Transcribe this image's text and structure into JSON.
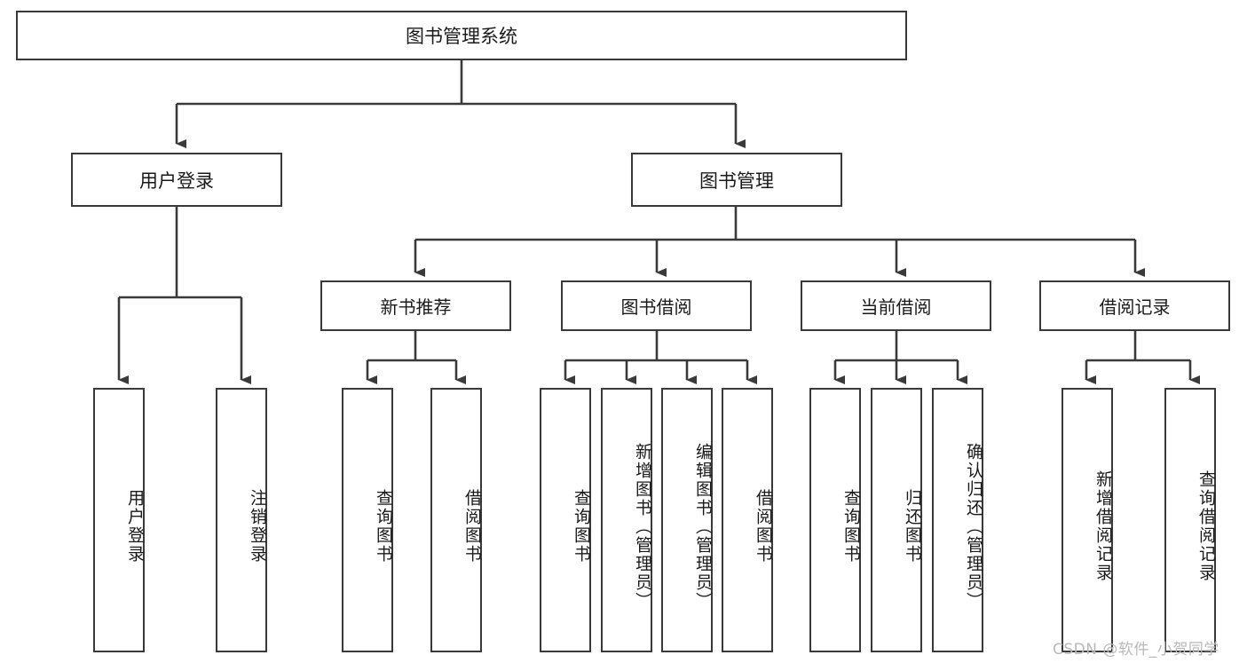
{
  "diagram": {
    "type": "tree",
    "title": "图书管理系统",
    "orientation": "top-down",
    "colors": {
      "node_border": "#3a3a3a",
      "node_fill": "#ffffff",
      "edge": "#3a3a3a",
      "text": "#1a1a1a",
      "watermark": "#b9b9b9",
      "background": "#ffffff"
    }
  },
  "root": {
    "label": "图书管理系统"
  },
  "level1": [
    {
      "label": "用户登录"
    },
    {
      "label": "图书管理"
    }
  ],
  "level2": [
    {
      "label": "新书推荐"
    },
    {
      "label": "图书借阅"
    },
    {
      "label": "当前借阅"
    },
    {
      "label": "借阅记录"
    }
  ],
  "leaves": {
    "user_login": [
      {
        "label": "用户登录"
      },
      {
        "label": "注销登录"
      }
    ],
    "new_book_recommend": [
      {
        "label": "查询图书"
      },
      {
        "label": "借阅图书"
      }
    ],
    "book_borrow": [
      {
        "label": "查询图书"
      },
      {
        "label": "新增图书（管理员）"
      },
      {
        "label": "编辑图书（管理员）"
      },
      {
        "label": "借阅图书"
      }
    ],
    "current_borrow": [
      {
        "label": "查询图书"
      },
      {
        "label": "归还图书"
      },
      {
        "label": "确认归还（管理员）"
      }
    ],
    "borrow_record": [
      {
        "label": "新增借阅记录"
      },
      {
        "label": "查询借阅记录"
      }
    ]
  },
  "watermark": {
    "text": "CSDN @软件_小贺同学"
  }
}
